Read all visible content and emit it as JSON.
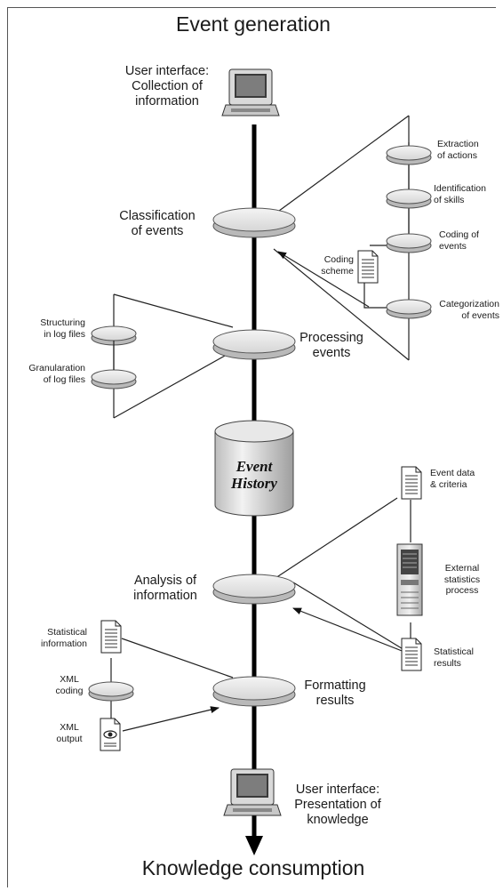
{
  "title_top": "Event generation",
  "title_bottom": "Knowledge consumption",
  "nodes": {
    "ui_collection": "User interface:\nCollection of\ninformation",
    "classification": "Classification\nof events",
    "processing": "Processing\nevents",
    "event_history": "Event\nHistory",
    "analysis": "Analysis of\ninformation",
    "formatting": "Formatting\nresults",
    "ui_presentation": "User interface:\nPresentation of\nknowledge"
  },
  "classification_sub": {
    "extraction": "Extraction\nof actions",
    "identification": "Identification\nof skills",
    "coding_events": "Coding of\nevents",
    "coding_scheme": "Coding\nscheme",
    "categorization": "Categorization\nof events"
  },
  "processing_sub": {
    "structuring": "Structuring\nin log files",
    "granularation": "Granularation\nof log files"
  },
  "analysis_sub": {
    "event_data": "Event data\n& criteria",
    "external": "External\nstatistics\nprocess",
    "stat_results": "Statistical\nresults"
  },
  "formatting_sub": {
    "stat_info": "Statistical\ninformation",
    "xml_coding": "XML\ncoding",
    "xml_output": "XML\noutput"
  }
}
